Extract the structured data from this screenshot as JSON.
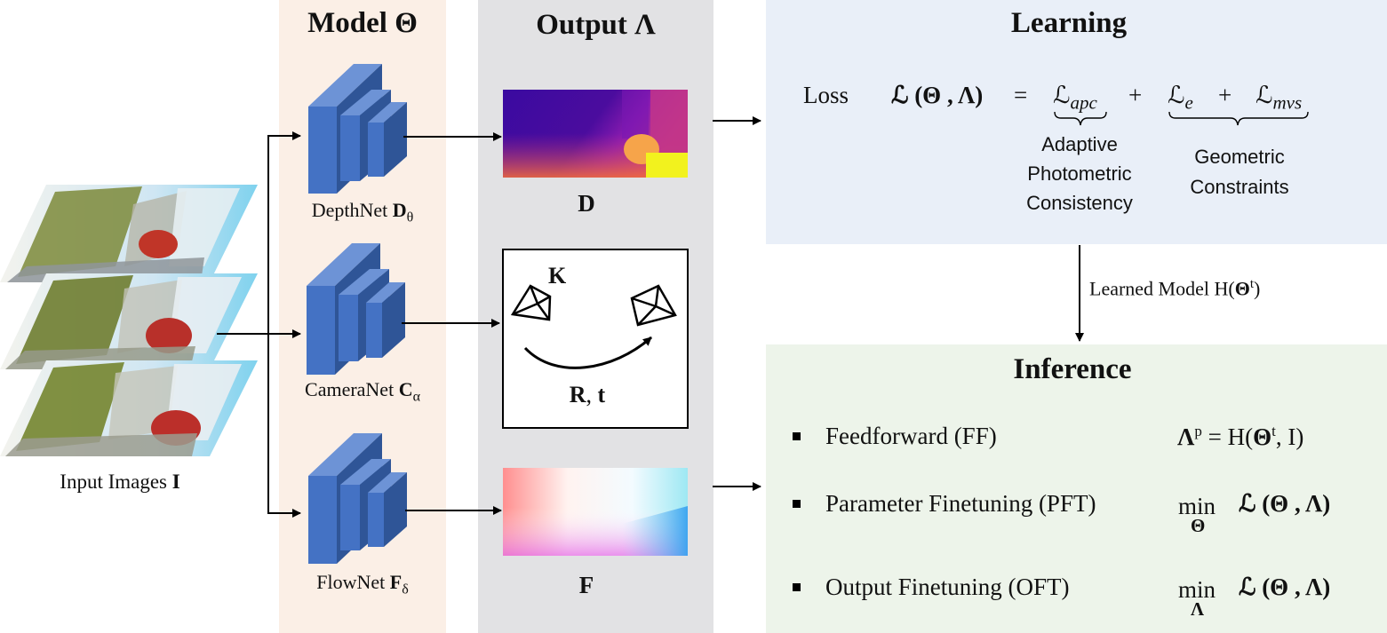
{
  "input": {
    "label": "Input Images ",
    "label_bold": "I"
  },
  "model": {
    "title": "Model Θ",
    "nets": [
      {
        "name": "DepthNet ",
        "bold": "D",
        "sub": "θ"
      },
      {
        "name": "CameraNet ",
        "bold": "C",
        "sub": "α"
      },
      {
        "name": "FlowNet ",
        "bold": "F",
        "sub": "δ"
      }
    ]
  },
  "output": {
    "title": "Output Λ",
    "depth_label": "D",
    "camera_k": "K",
    "camera_r": "R",
    "camera_sep": ", ",
    "camera_t": "t",
    "flow_label": "F"
  },
  "learning": {
    "title": "Learning",
    "loss_word": "Loss",
    "equation": {
      "lhs": "ℒ (Θ , Λ)",
      "eq": "=",
      "term1": "ℒ",
      "term1_sub": "apc",
      "plus1": "+",
      "term2": "ℒ",
      "term2_sub": "e",
      "plus2": "+",
      "term3": "ℒ",
      "term3_sub": "mvs"
    },
    "brace1_lines": [
      "Adaptive",
      "Photometric",
      "Consistency"
    ],
    "brace2_lines": [
      "Geometric",
      "Constraints"
    ]
  },
  "link": {
    "label": "Learned Model H(",
    "label_bold": "Θ",
    "label_sup": "t",
    "label_end": ")"
  },
  "inference": {
    "title": "Inference",
    "items": [
      {
        "label": "Feedforward (FF)",
        "formula": "Λ<sup>p</sup> = H(Θ<sup>t</sup>, I)"
      },
      {
        "label": "Parameter Finetuning (PFT)",
        "min": "min",
        "var": "Θ",
        "formula": "ℒ (Θ , Λ)"
      },
      {
        "label": "Output Finetuning (OFT)",
        "min": "min",
        "var": "Λ",
        "formula": "ℒ (Θ , Λ)"
      }
    ]
  },
  "colors": {
    "model_bg": "#fbefe6",
    "output_bg": "#e2e2e4",
    "learning_bg": "#e9eff8",
    "inference_bg": "#edf4ea",
    "block_front": "#4472c4",
    "block_top": "#6d93d6",
    "block_side": "#2f5597"
  }
}
